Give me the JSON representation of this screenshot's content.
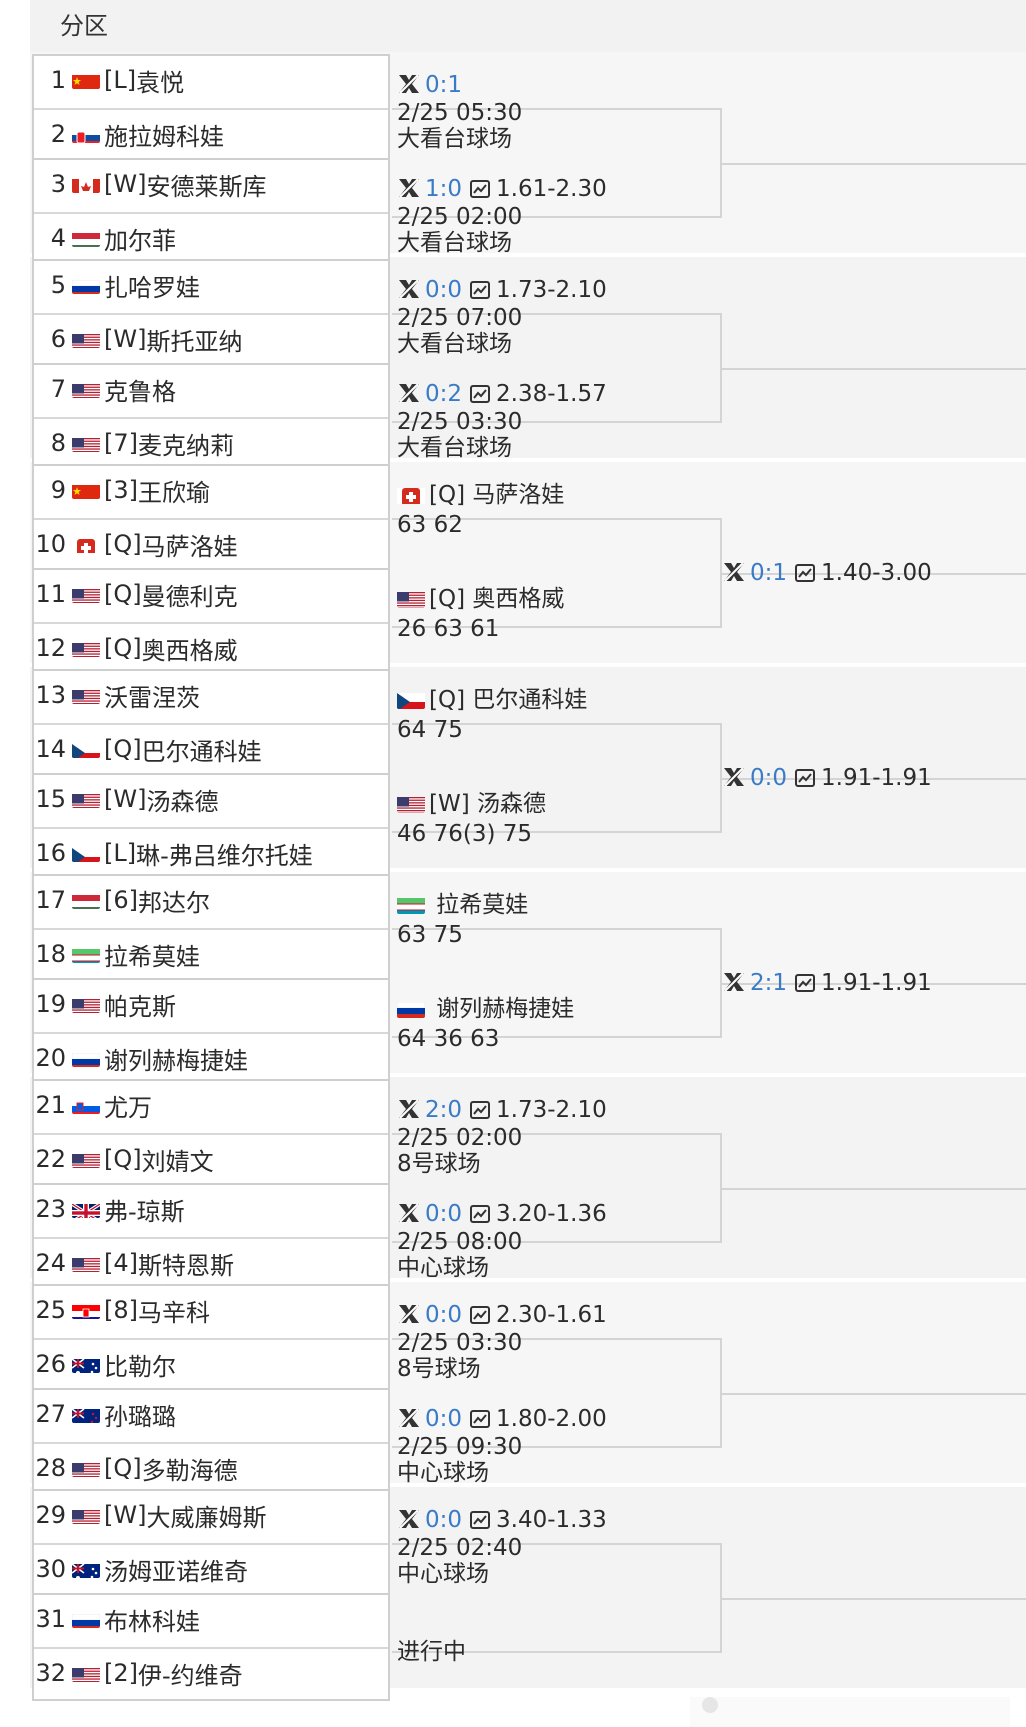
{
  "header": {
    "title": "分区"
  },
  "colors": {
    "score_blue": "#3a7bc8",
    "border": "#cfcfcf",
    "band": "#f4f4f4"
  },
  "players": [
    {
      "num": "1",
      "flag": "china",
      "tag": "[L] ",
      "name": "袁悦"
    },
    {
      "num": "2",
      "flag": "slovakia",
      "tag": "",
      "name": "施拉姆科娃"
    },
    {
      "num": "3",
      "flag": "canada",
      "tag": "[W] ",
      "name": "安德莱斯库"
    },
    {
      "num": "4",
      "flag": "hungary",
      "tag": "",
      "name": "加尔菲"
    },
    {
      "num": "5",
      "flag": "russia",
      "tag": "",
      "name": "扎哈罗娃"
    },
    {
      "num": "6",
      "flag": "usa",
      "tag": "[W] ",
      "name": "斯托亚纳"
    },
    {
      "num": "7",
      "flag": "usa",
      "tag": "",
      "name": "克鲁格"
    },
    {
      "num": "8",
      "flag": "usa",
      "tag": "[7] ",
      "name": "麦克纳莉"
    },
    {
      "num": "9",
      "flag": "china",
      "tag": "[3] ",
      "name": "王欣瑜"
    },
    {
      "num": "10",
      "flag": "swiss",
      "tag": "[Q] ",
      "name": "马萨洛娃"
    },
    {
      "num": "11",
      "flag": "usa",
      "tag": "[Q] ",
      "name": "曼德利克"
    },
    {
      "num": "12",
      "flag": "usa",
      "tag": "[Q] ",
      "name": "奥西格威"
    },
    {
      "num": "13",
      "flag": "usa",
      "tag": "",
      "name": "沃雷涅茨"
    },
    {
      "num": "14",
      "flag": "czech",
      "tag": "[Q] ",
      "name": "巴尔通科娃"
    },
    {
      "num": "15",
      "flag": "usa",
      "tag": "[W] ",
      "name": "汤森德"
    },
    {
      "num": "16",
      "flag": "czech",
      "tag": "[L] ",
      "name": "琳-弗吕维尔托娃"
    },
    {
      "num": "17",
      "flag": "hungary",
      "tag": "[6] ",
      "name": "邦达尔"
    },
    {
      "num": "18",
      "flag": "uzbek",
      "tag": "",
      "name": "拉希莫娃"
    },
    {
      "num": "19",
      "flag": "usa",
      "tag": "",
      "name": "帕克斯"
    },
    {
      "num": "20",
      "flag": "russia",
      "tag": "",
      "name": "谢列赫梅捷娃"
    },
    {
      "num": "21",
      "flag": "slovenia",
      "tag": "",
      "name": "尤万"
    },
    {
      "num": "22",
      "flag": "usa",
      "tag": "[Q] ",
      "name": "刘婧文"
    },
    {
      "num": "23",
      "flag": "uk",
      "tag": "",
      "name": "弗-琼斯"
    },
    {
      "num": "24",
      "flag": "usa",
      "tag": "[4] ",
      "name": "斯特恩斯"
    },
    {
      "num": "25",
      "flag": "croatia",
      "tag": "[8] ",
      "name": "马辛科"
    },
    {
      "num": "26",
      "flag": "australia",
      "tag": "",
      "name": "比勒尔"
    },
    {
      "num": "27",
      "flag": "nz",
      "tag": "",
      "name": "孙璐璐"
    },
    {
      "num": "28",
      "flag": "usa",
      "tag": "[Q] ",
      "name": "多勒海德"
    },
    {
      "num": "29",
      "flag": "usa",
      "tag": "[W] ",
      "name": "大威廉姆斯"
    },
    {
      "num": "30",
      "flag": "australia",
      "tag": "",
      "name": "汤姆亚诺维奇"
    },
    {
      "num": "31",
      "flag": "russia",
      "tag": "",
      "name": "布林科娃"
    },
    {
      "num": "32",
      "flag": "usa",
      "tag": "[2] ",
      "name": "伊-约维奇"
    }
  ],
  "r1": [
    {
      "score": "0:1",
      "odds": "",
      "line1": "2/25 05:30",
      "line2": "大看台球场"
    },
    {
      "score": "1:0",
      "odds": "1.61-2.30",
      "line1": "2/25 02:00",
      "line2": "大看台球场"
    },
    {
      "score": "0:0",
      "odds": "1.73-2.10",
      "line1": "2/25 07:00",
      "line2": "大看台球场"
    },
    {
      "score": "0:2",
      "odds": "2.38-1.57",
      "line1": "2/25 03:30",
      "line2": "大看台球场"
    },
    {
      "winner_flag": "swiss",
      "winner": "[Q] 马萨洛娃",
      "sets": "63 62"
    },
    {
      "winner_flag": "usa",
      "winner": "[Q] 奥西格威",
      "sets": "26 63 61"
    },
    {
      "winner_flag": "czech",
      "winner": "[Q] 巴尔通科娃",
      "sets": "64 75"
    },
    {
      "winner_flag": "usa",
      "winner": "[W] 汤森德",
      "sets": "46 76(3) 75"
    },
    {
      "winner_flag": "uzbek",
      "winner": " 拉希莫娃",
      "sets": "63 75"
    },
    {
      "winner_flag": "russia",
      "winner": " 谢列赫梅捷娃",
      "sets": "64 36 63"
    },
    {
      "score": "2:0",
      "odds": "1.73-2.10",
      "line1": "2/25 02:00",
      "line2": "8号球场"
    },
    {
      "score": "0:0",
      "odds": "3.20-1.36",
      "line1": "2/25 08:00",
      "line2": "中心球场"
    },
    {
      "score": "0:0",
      "odds": "2.30-1.61",
      "line1": "2/25 03:30",
      "line2": "8号球场"
    },
    {
      "score": "0:0",
      "odds": "1.80-2.00",
      "line1": "2/25 09:30",
      "line2": "中心球场"
    },
    {
      "score": "0:0",
      "odds": "3.40-1.33",
      "line1": "2/25 02:40",
      "line2": "中心球场"
    },
    {
      "score": "",
      "odds": "",
      "line1": "",
      "line2": "进行中"
    }
  ],
  "r2": [
    {
      "score": "0:1",
      "odds": "1.40-3.00"
    },
    {
      "score": "0:0",
      "odds": "1.91-1.91"
    },
    {
      "score": "2:1",
      "odds": "1.91-1.91"
    }
  ]
}
